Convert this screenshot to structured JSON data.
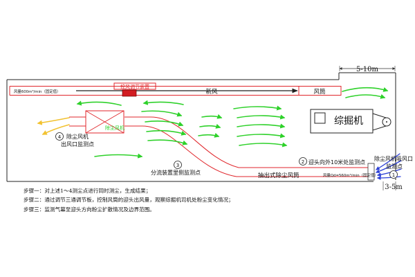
{
  "dimensions": {
    "top_span": "5-10m",
    "bottom_span": "3-5m"
  },
  "ducts": {
    "fresh_air_flow": "风量600m³/min（固定值）",
    "control_device": "控风调节装置",
    "fresh_air": "新风",
    "air_duct": "风筒",
    "dust_collector_box": "除尘风机",
    "extraction_duct": "抽出式除尘风筒",
    "extraction_flow": "风量Qd=560m³/min（固定值）"
  },
  "machine": {
    "name": "综掘机"
  },
  "monitoring_points": [
    {
      "number": "1",
      "label": "除尘风机吸风口监测点"
    },
    {
      "number": "2",
      "label": "迎头向外10米处监测点"
    },
    {
      "number": "3",
      "label": "分流装置里侧监测点"
    },
    {
      "number": "4",
      "label": "除尘风机出风口监测点"
    }
  ],
  "steps": [
    "步骤一：对上述1～4测尘点进行同时测尘，生成结果；",
    "步骤二：通过调节三通调节板，控制风筒的迎头出风量，观察综掘机司机处粉尘变化情况；",
    "步骤三：监测气幕至迎头方向粉尘扩散情况及边界范围。"
  ],
  "colors": {
    "duct": "#e0262b",
    "fresh_air_arrow": "#1f1f1f",
    "green_flow": "#2ed12a",
    "yellow_flow": "#f2c230",
    "blue_flow": "#2b3fd6",
    "outline": "#222222"
  },
  "icons": [
    "roadway-outline",
    "green-airflow-arrows",
    "red-device-block",
    "circle-number-marker"
  ]
}
